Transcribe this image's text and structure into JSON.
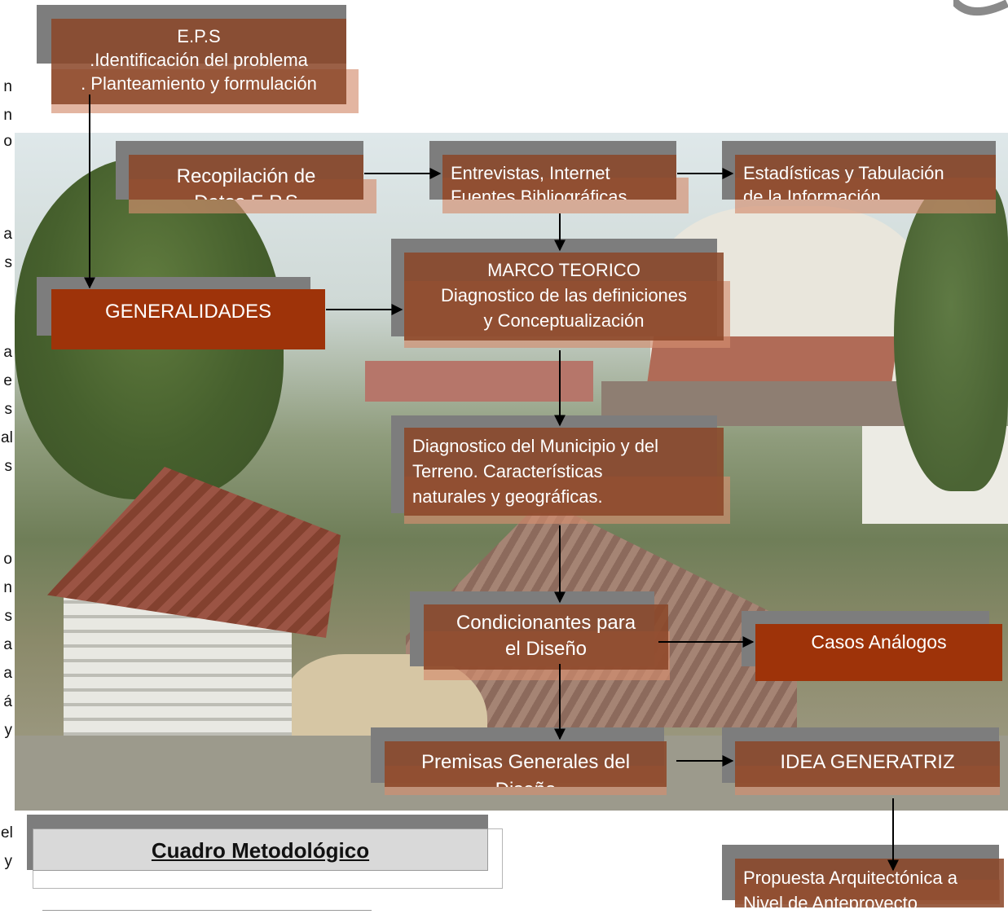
{
  "diagram": {
    "title": "Cuadro Metodológico",
    "nodes": {
      "eps": {
        "lines": [
          "E.P.S",
          ".Identificación del problema",
          ". Planteamiento y formulación"
        ]
      },
      "recopilacion": {
        "lines": [
          "Recopilación de",
          "Datos E.P.S"
        ]
      },
      "entrevistas": {
        "lines": [
          "Entrevistas, Internet",
          "Fuentes Bibliográficas"
        ]
      },
      "estadisticas": {
        "lines": [
          "Estadísticas y Tabulación",
          "de la Información"
        ]
      },
      "generalidades": {
        "lines": [
          "GENERALIDADES"
        ]
      },
      "marco": {
        "lines": [
          "MARCO TEORICO",
          "Diagnostico de las definiciones",
          "y Conceptualización"
        ]
      },
      "diagnostico": {
        "lines": [
          "Diagnostico del Municipio y del",
          "Terreno. Características",
          "naturales y geográficas."
        ]
      },
      "condicionantes": {
        "lines": [
          "Condicionantes para",
          "el Diseño"
        ]
      },
      "casos": {
        "lines": [
          "Casos Análogos"
        ]
      },
      "premisas": {
        "lines": [
          "Premisas Generales del",
          "Diseño"
        ]
      },
      "idea": {
        "lines": [
          "IDEA GENERATRIZ"
        ]
      },
      "propuesta": {
        "lines": [
          "Propuesta Arquitectónica a",
          "Nivel de Anteproyecto"
        ]
      }
    },
    "edges": [
      [
        "eps",
        "generalidades"
      ],
      [
        "recopilacion",
        "entrevistas"
      ],
      [
        "entrevistas",
        "estadisticas"
      ],
      [
        "entrevistas",
        "marco"
      ],
      [
        "generalidades",
        "marco"
      ],
      [
        "marco",
        "diagnostico"
      ],
      [
        "diagnostico",
        "condicionantes"
      ],
      [
        "condicionantes",
        "casos"
      ],
      [
        "condicionantes",
        "premisas"
      ],
      [
        "premisas",
        "idea"
      ],
      [
        "idea",
        "propuesta"
      ]
    ]
  },
  "margin_text": [
    "n",
    "n",
    "o",
    "a",
    "s",
    "a",
    "e",
    "s",
    "al",
    "s",
    "o",
    "n",
    "s",
    "a",
    "a",
    "á",
    "y",
    "el",
    "y"
  ],
  "colors": {
    "box": "#8a4628",
    "box_dark": "#9e3309",
    "shadow": "#7d7d7d",
    "title_bg": "#d9d9d9"
  }
}
